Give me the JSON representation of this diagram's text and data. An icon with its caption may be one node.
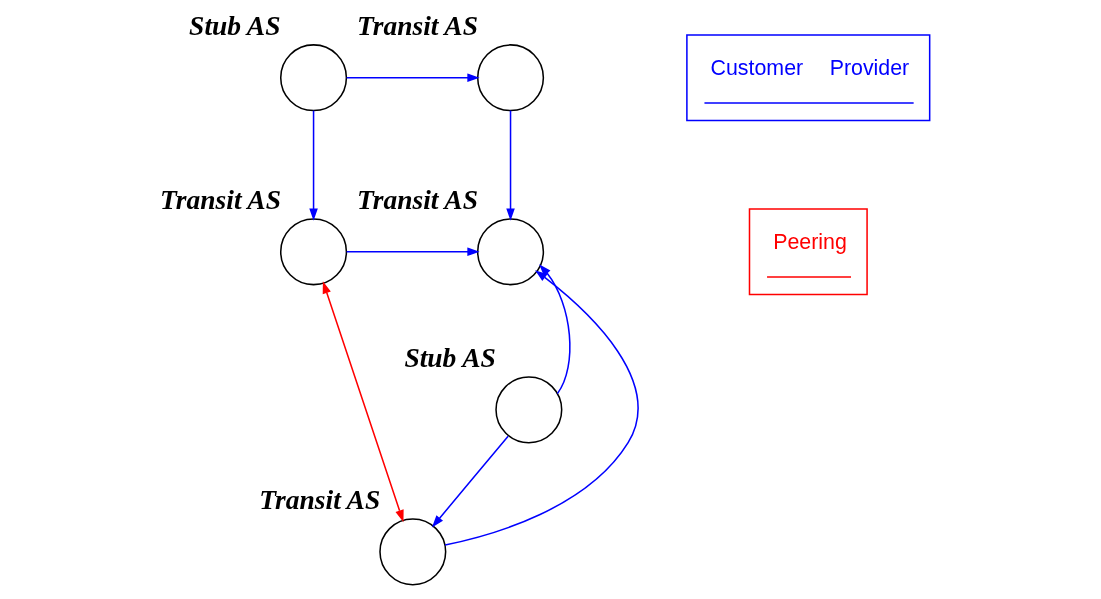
{
  "diagram": {
    "nodes": [
      {
        "text": [],
        "shape": "circle",
        "beside": [
          "Stub AS"
        ]
      },
      {
        "text": [],
        "shape": "circle",
        "beside": [
          "Transit AS"
        ]
      },
      {
        "text": [],
        "shape": "circle",
        "beside": [
          "Transit AS"
        ]
      },
      {
        "text": [],
        "shape": "circle",
        "beside": [
          "Transit AS"
        ]
      },
      {
        "text": [],
        "shape": "circle",
        "beside": [
          "Stub AS"
        ]
      },
      {
        "text": [],
        "shape": "circle",
        "beside": [
          "Transit AS"
        ]
      }
    ],
    "edges": [
      {
        "from": 0,
        "to": 1,
        "arrow": "to"
      },
      {
        "from": 0,
        "to": 2,
        "arrow": "to"
      },
      {
        "from": 1,
        "to": 3,
        "arrow": "to"
      },
      {
        "from": 2,
        "to": 3,
        "arrow": "to"
      },
      {
        "from": 4,
        "to": 3,
        "arrow": "to"
      },
      {
        "from": 5,
        "to": 3,
        "arrow": "to"
      },
      {
        "from": 4,
        "to": 5,
        "arrow": "to"
      },
      {
        "from": 2,
        "to": 5,
        "arrow": "both",
        "color": "#ff0000"
      }
    ],
    "legend": [
      {
        "text": "Customer"
      },
      {
        "text": "Provider"
      },
      {
        "text": "Peering"
      }
    ]
  }
}
